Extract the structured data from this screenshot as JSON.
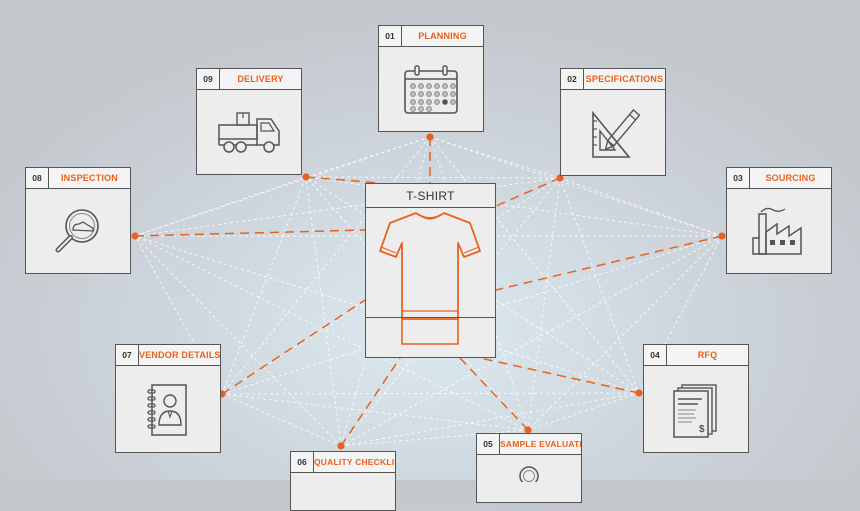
{
  "center": {
    "title": "T-SHIRT",
    "icon": "t-shirt-icon"
  },
  "stages": [
    {
      "id": "planning",
      "num": "01",
      "label": "PLANNING",
      "icon": "calendar-icon"
    },
    {
      "id": "specifications",
      "num": "02",
      "label": "SPECIFICATIONS",
      "icon": "set-square-pencil-icon"
    },
    {
      "id": "sourcing",
      "num": "03",
      "label": "SOURCING",
      "icon": "factory-icon"
    },
    {
      "id": "rfq",
      "num": "04",
      "label": "RFQ",
      "icon": "document-dollar-icon"
    },
    {
      "id": "sample-evaluation",
      "num": "05",
      "label": "SAMPLE EVALUATION",
      "icon": "magnifier-icon"
    },
    {
      "id": "quality-checklist",
      "num": "06",
      "label": "QUALITY CHECKLIST",
      "icon": "checklist-icon"
    },
    {
      "id": "vendor-details",
      "num": "07",
      "label": "VENDOR DETAILS",
      "icon": "contact-book-icon"
    },
    {
      "id": "inspection",
      "num": "08",
      "label": "INSPECTION",
      "icon": "magnifier-shoe-icon"
    },
    {
      "id": "delivery",
      "num": "09",
      "label": "DELIVERY",
      "icon": "delivery-truck-icon"
    }
  ],
  "colors": {
    "accent": "#e8621f",
    "line": "#555555",
    "card": "#ededee"
  }
}
